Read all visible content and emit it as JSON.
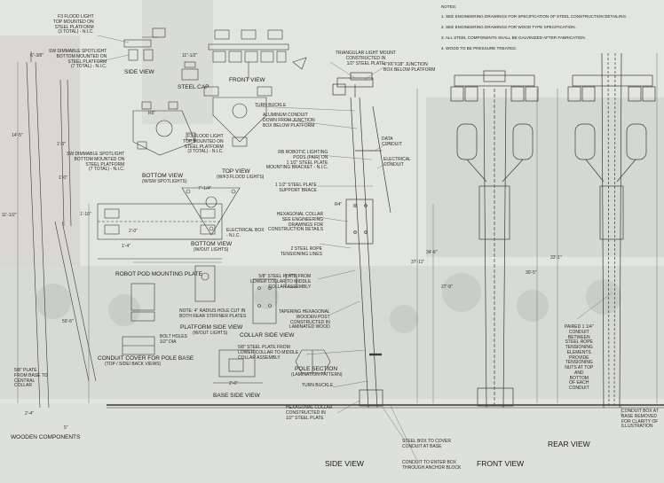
{
  "notes": {
    "title": "NOTES:",
    "items": [
      "1. SEE ENGINEERING DRAWINGS FOR SPECIFICATION OF STEEL CONSTRUCTION DETAILING.",
      "2. SEE ENGINEERING DRAWINGS FOR WOOD TYPE SPECIFICATION.",
      "3. ALL STEEL COMPONENTS SHALL BE GALVINIZED AFTER FABRICATION.",
      "4. WOOD TO BE PRESSURE TREATED."
    ]
  },
  "views": {
    "side_view_small": "SIDE VIEW",
    "front_view_small": "FRONT VIEW",
    "steel_cap": "STEEL CAP",
    "bottom_view_spot": "BOTTOM VIEW",
    "bottom_view_spot_sub": "(w/SW SPOTLIGHTS)",
    "top_view": "TOP VIEW",
    "top_view_sub": "(w/F3 FLOOD LIGHTS)",
    "bottom_view_lights": "BOTTOM VIEW",
    "bottom_view_lights_sub": "(w/out LIGHTS)",
    "robot_pod_plate": "ROBOT POD MOUNTING PLATE",
    "platform_side_view": "PLATFORM SIDE VIEW",
    "platform_side_view_sub": "(w/out LIGHTS)",
    "collar_side_view": "COLLAR SIDE VIEW",
    "conduit_cover": "CONDUIT COVER FOR POLE BASE",
    "conduit_cover_sub": "(TOP / SIDE/ BACK VIEWS)",
    "base_side_view": "BASE SIDE VIEW",
    "pole_section": "POLE SECTION",
    "pole_section_sub": "(LAMINATION PATTERN)",
    "wooden_components": "WOODEN COMPONENTS",
    "side_view_big": "SIDE VIEW",
    "front_view_big": "FRONT VIEW",
    "rear_view_big": "REAR VIEW"
  },
  "labels": {
    "f3_flood_top": "F3 FLOOD LIGHT\nTOP MOUNTED ON\nSTEEL PLATFORM\n(3 TOTAL) - N.I.C.",
    "sw_spot_top": "SW DIMMABLE SPOTLIGHT\nBOTTOM MOUNTED ON\nSTEEL PLATFORM\n(7 TOTAL) - N.I.C.",
    "triangular_mount": "TRIANGULAR LIGHT MOUNT\nCONSTRUCTED IN\n1/2\" STEEL PLATE",
    "junction_box": "4\"x6\"x18\" JUNCTION\nBOX BELOW PLATFORM",
    "turn_buckle_top": "TURN BUCKLE",
    "aluminum_conduit": "ALUMINUM CONDUIT\nDOWN FROM JUNCTION\nBOX BELOW PLATFORM",
    "f3_flood_mid": "F3 FLOOD LIGHT\nTOP MOUNTED ON\nSTEEL PLATFORM\n(3 TOTAL) - N.I.C.",
    "sw_spot_mid": "SW DIMMABLE SPOTLIGHT\nBOTTOM MOUNTED ON\nSTEEL PLATFORM\n(7 TOTAL) - N.I.C.",
    "data_conduit": "DATA\nCONDUIT",
    "electrical_conduit": "ELECTRICAL\nCONDUIT",
    "rb_robotic": "RB ROBOTIC LIGHTING\nPODS (PAIR) ON\n1 1/2\" STEEL PLATE\nMOUNTING BRACKET - N.I.C.",
    "support_brace": "1 1/2\" STEEL PLATE\nSUPPORT BRACE",
    "electrical_box": "ELECTRICAL BOX\n- N.I.C.",
    "hex_collar_top": "HEXAGONAL COLLAR\nSEE ENGINEERING\nDRAWINGS FOR\nCONSTRUCTION DETAILS",
    "steel_rope": "2 STEEL ROPE\nTENSIONING LINES",
    "plate_lower_collar": "5/8\" STEEL PLATE FROM\nLOWER COLLAR TO MIDDLE\nCOLLAR ASSEMBLY",
    "tapering_hex": "TAPERING HEXAGONAL\nWOODEN POST\nCONSTRUCTED IN\nLAMINATED WOOD",
    "radius_note": "NOTE: 4\" RADIUS HOLE CUT IN\nBOTH REAR STIFFNER PLATES",
    "bolt_holes": "BOLT HOLES\n1/2\" DIA",
    "plate_lower_collar2": "5/8\" STEEL PLATE FROM\nLOWER COLLAR TO MIDDLE\nCOLLAR ASSEMBLY",
    "plate_from_base": "5/8\" PLATE\nFROM BASE TO\nCENTRAL\nCOLLAR",
    "turn_buckle_bottom": "TURN BUCKLE",
    "hex_collar_bottom": "HEXAGONAL COLLAR\nCONSTRUCTED IN\n1/2\" STEEL PLATE",
    "steel_box": "STEEL BOX TO COVER\nCONDUIT AT BASE",
    "conduit_enter": "CONDUIT TO ENTER BOX\nTHROUGH ANCHOR BLOCK",
    "paired_conduit": "PAIRED 1 1/4\"\nCONDUIT\nBETWEEN\nSTEEL ROPE\nTENSIONING\nELEMENTS\nPROVIDE\nTENSIONING\nNUTS AT TOP\nAND\nBOTTOM\nOF EACH\nCONDUIT",
    "conduit_box": "CONDUIT BOX AT\nBASE REMOVED\nFOR CLARITY OF\nILLUSTRATION"
  },
  "dimensions": {
    "d_6_3_8": "6\"-3/8\"",
    "d_11_12": "11\"-1/2\"",
    "d_7_1_4": "7\"-1/4\"",
    "d_14_5": "14'-5\"",
    "d_1_3": "1'-3\"",
    "d_1_0": "1'-0\"",
    "d_11_1_2": "11'-1/2\"",
    "d_1_10": "1'-10\"",
    "d_2_0": "2'-0\"",
    "d_1_4": "1'-4\"",
    "d_2_6": "2'-6\"",
    "d_59_6": "59'-6\"",
    "d_34_6": "34'-6\"",
    "d_37_11": "37'-11\"",
    "d_27_9": "27'-9\"",
    "d_30_5": "30'-5\"",
    "d_33_1": "33'-1\"",
    "d_2_4": "2'-4\"",
    "d_r6": "R6\"",
    "d_r4": "R4\"",
    "d_5": "5\""
  },
  "colors": {
    "line": "#3a3a3a",
    "bg": "#e2e4e0"
  }
}
